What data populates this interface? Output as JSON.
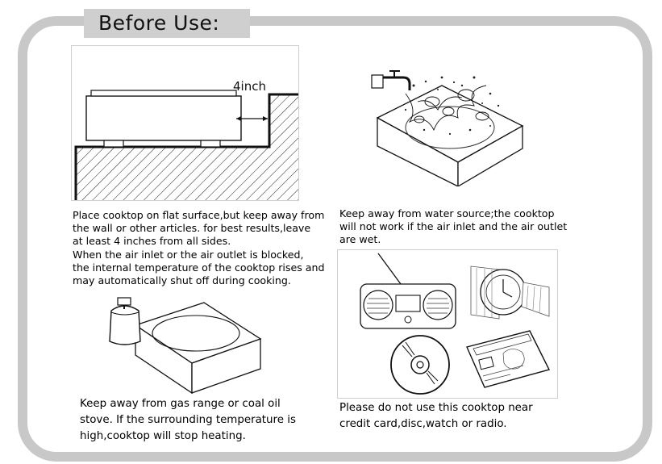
{
  "heading": "Before Use:",
  "clearance_label": "4inch",
  "instructions": {
    "flat_surface": "Place cooktop on flat surface,but keep away from\nthe wall or other articles. for best results,leave\nat least 4 inches from all sides.\nWhen the air inlet or the air outlet is blocked,\nthe internal temperature of the cooktop rises and\nmay automatically shut off during cooking.",
    "water": "Keep away from water source;the cooktop\nwill not work if the air inlet and the air outlet\nare wet.",
    "gas": "Keep away from gas range or coal oil\nstove. If the surrounding temperature is\nhigh,cooktop will stop heating.",
    "devices": "Please do not use this cooktop near\ncredit card,disc,watch or radio."
  },
  "colors": {
    "frame": "#c8c8c8",
    "title_tab": "#cfcfcf"
  },
  "icons": [
    "cooktop-wall-clearance-diagram",
    "faucet-water-splash-illustration",
    "gas-cylinder-illustration",
    "radio-icon",
    "watch-icon",
    "disc-icon",
    "credit-card-icon"
  ]
}
